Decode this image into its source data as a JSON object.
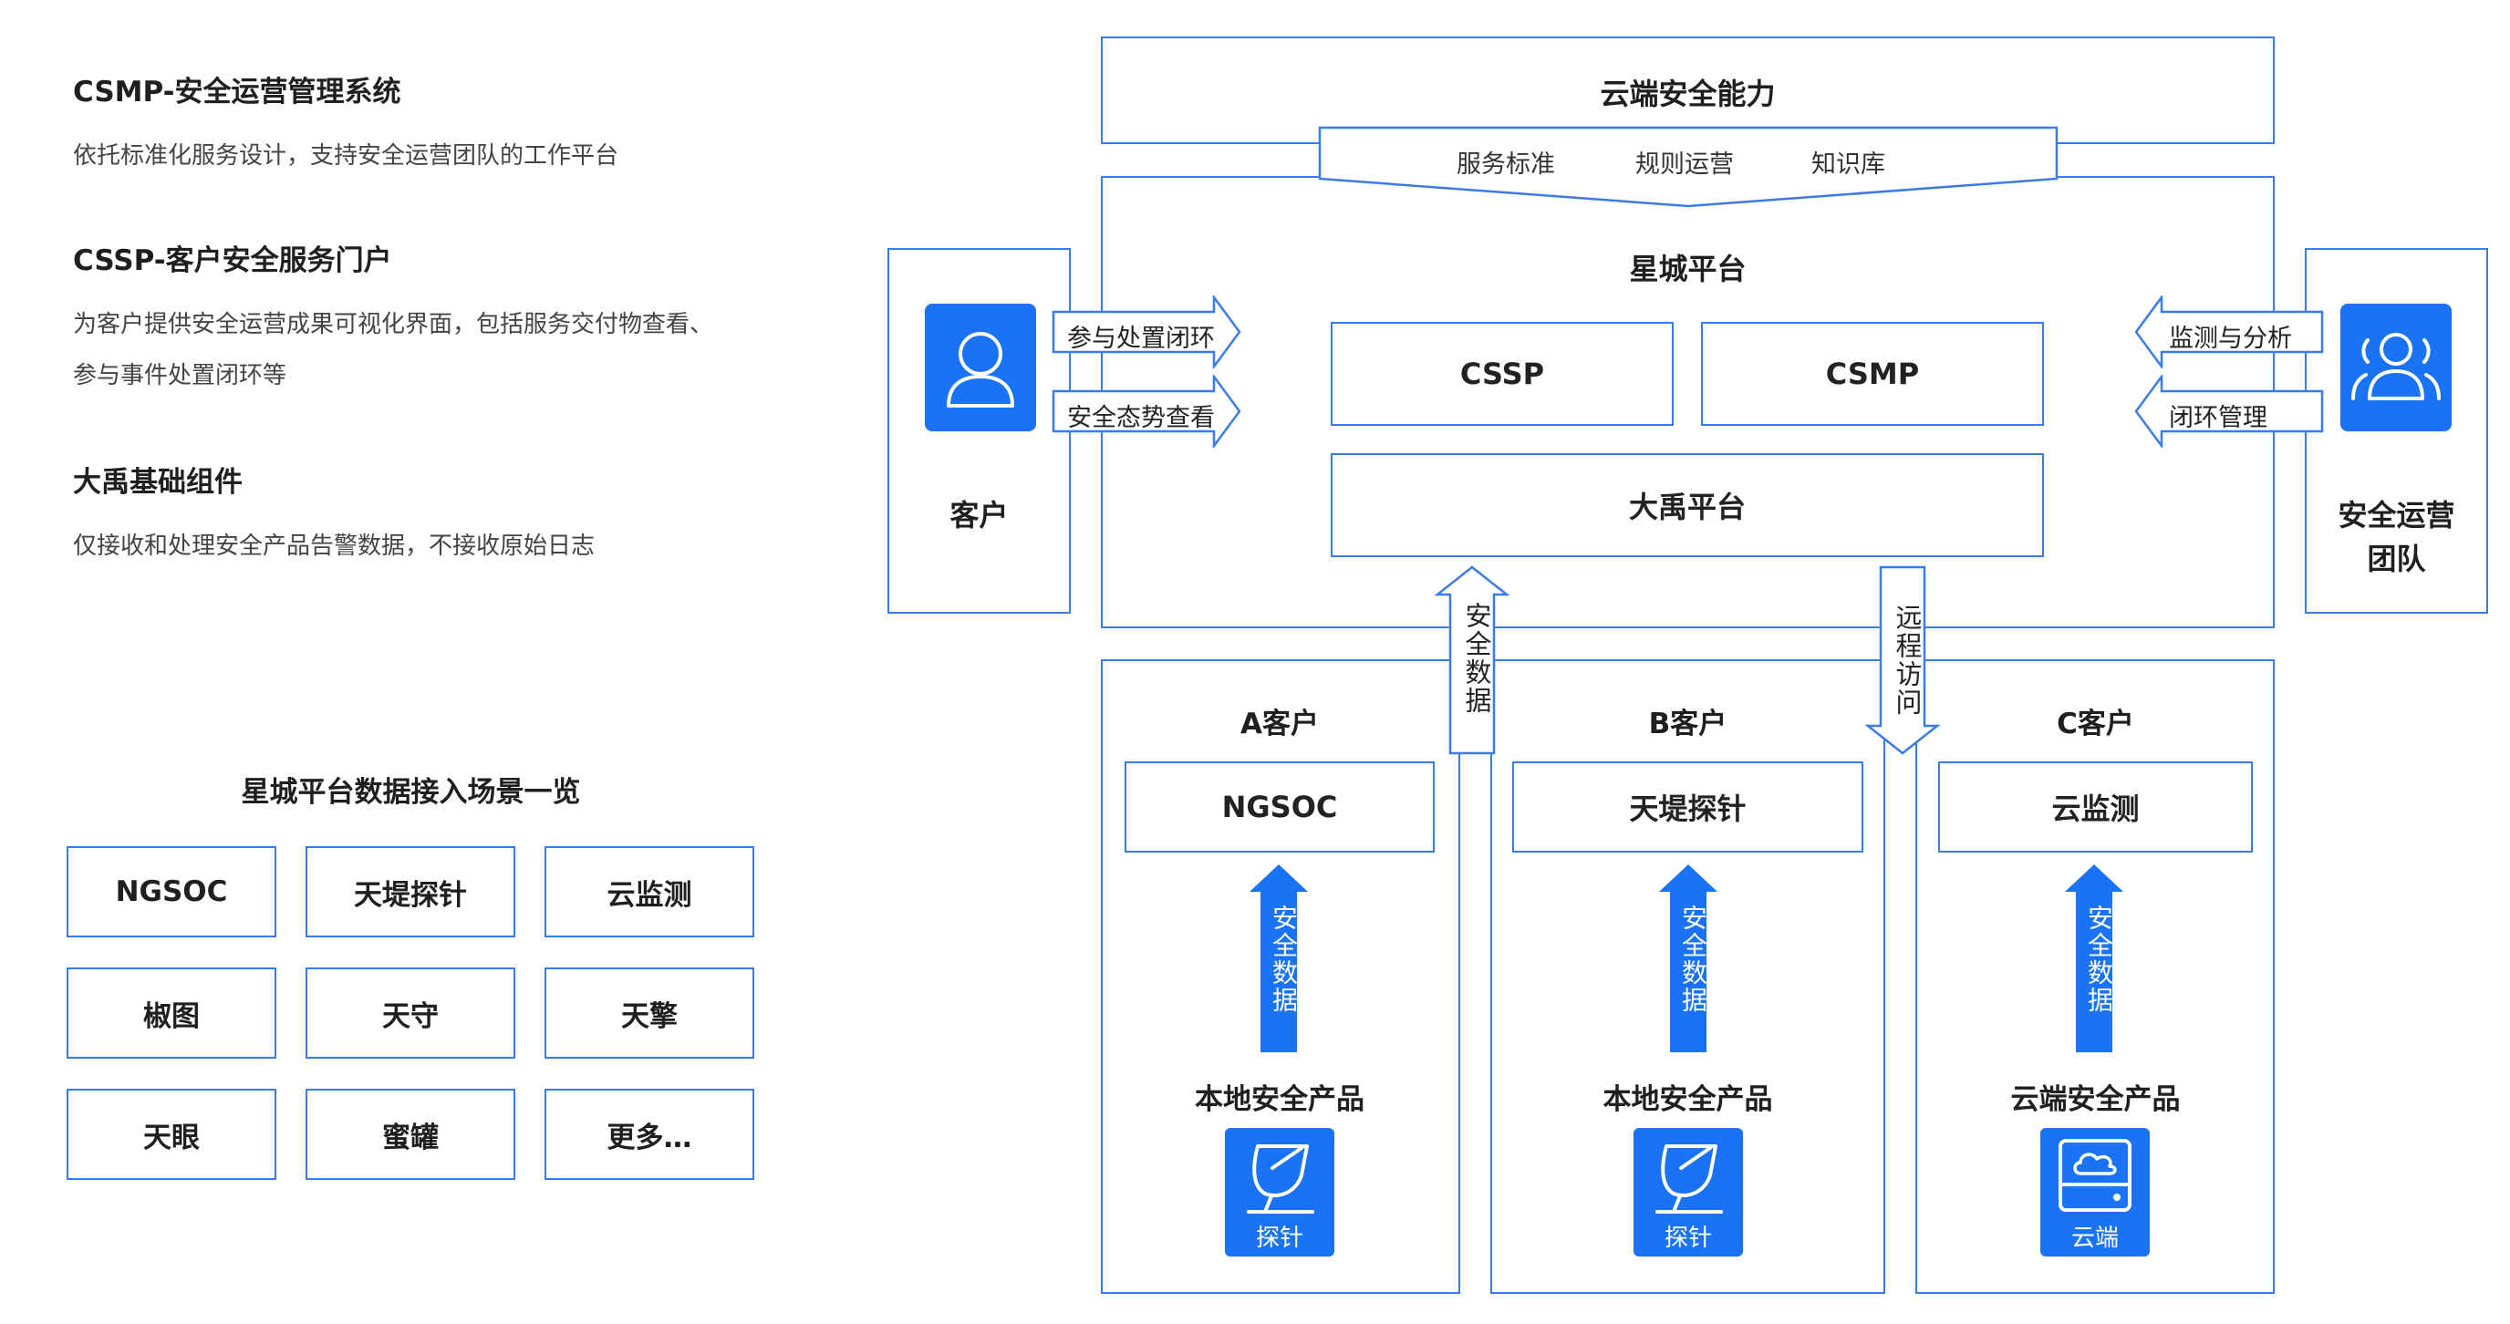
{
  "legend": {
    "sections": [
      {
        "title": "CSMP-安全运营管理系统",
        "desc": "依托标准化服务设计，支持安全运营团队的工作平台"
      },
      {
        "title": "CSSP-客户安全服务门户",
        "desc": "为客户提供安全运营成果可视化界面，包括服务交付物查看、参与事件处置闭环等"
      },
      {
        "title": "大禹基础组件",
        "desc": "仅接收和处理安全产品告警数据，不接收原始日志"
      }
    ]
  },
  "scenarios": {
    "title": "星城平台数据接入场景一览",
    "items": [
      "NGSOC",
      "天堤探针",
      "云监测",
      "椒图",
      "天守",
      "天擎",
      "天眼",
      "蜜罐",
      "更多…"
    ]
  },
  "diagram": {
    "cloud": {
      "title": "云端安全能力",
      "items": [
        "服务标准",
        "规则运营",
        "知识库"
      ]
    },
    "platform": {
      "title": "星城平台",
      "cssp": "CSSP",
      "csmp": "CSMP",
      "dayu": "大禹平台"
    },
    "customer": {
      "label": "客户",
      "arrows": [
        "参与处置闭环",
        "安全态势查看"
      ]
    },
    "team": {
      "label_line1": "安全运营",
      "label_line2": "团队",
      "arrows": [
        "监测与分析",
        "闭环管理"
      ]
    },
    "vertical_up": "安全数据",
    "vertical_down": "远程访问",
    "clients": [
      {
        "name": "A客户",
        "product": "NGSOC",
        "arrow": "安全数据",
        "source": "本地安全产品",
        "icon_label": "探针"
      },
      {
        "name": "B客户",
        "product": "天堤探针",
        "arrow": "安全数据",
        "source": "本地安全产品",
        "icon_label": "探针"
      },
      {
        "name": "C客户",
        "product": "云监测",
        "arrow": "安全数据",
        "source": "云端安全产品",
        "icon_label": "云端"
      }
    ]
  },
  "colors": {
    "accent": "#1a73f5",
    "border": "#3b7be8"
  }
}
